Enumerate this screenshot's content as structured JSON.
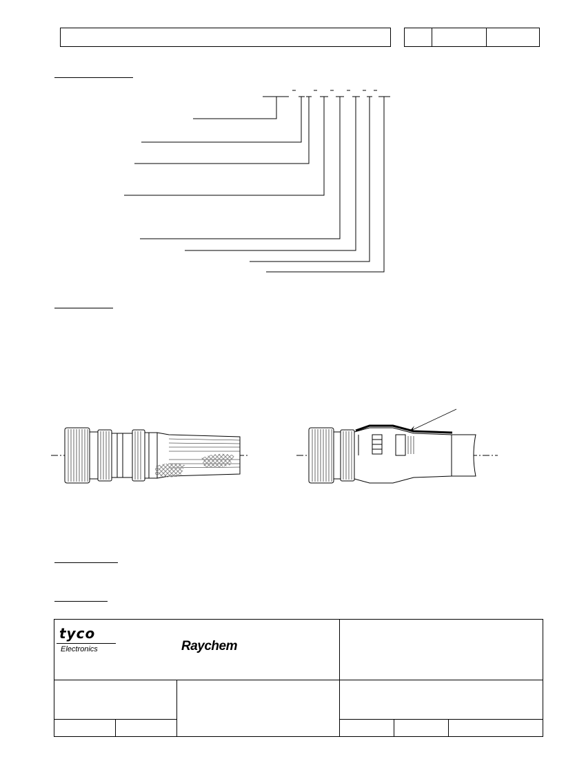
{
  "footer": {
    "brand_company": "tyco",
    "brand_division": "Electronics",
    "brand_product": "Raychem"
  },
  "colors": {
    "ink": "#000000",
    "braid": "#9a9a9a",
    "paper": "#ffffff"
  },
  "figure": {
    "left_view": "connector-with-braided-cable",
    "right_view": "connector-with-heat-shrink-boot"
  }
}
